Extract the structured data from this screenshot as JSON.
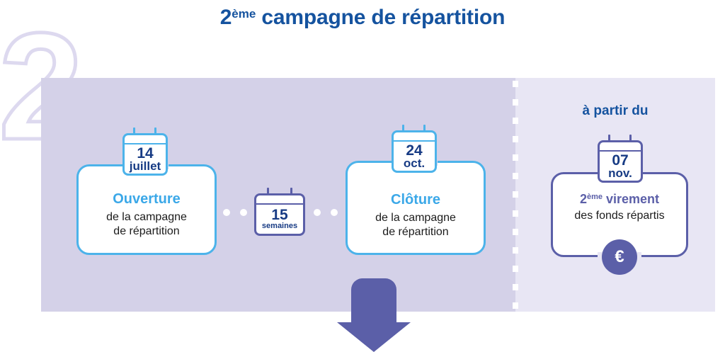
{
  "title": {
    "prefix": "2",
    "sup": "ème",
    "rest": " campagne de répartition"
  },
  "watermark": {
    "number": "2"
  },
  "colors": {
    "title_blue": "#15539f",
    "cyan": "#3ba8e8",
    "cyan_border": "#4cb3ea",
    "purple": "#5b5fa8",
    "panel_left_bg": "#d4d1e8",
    "panel_right_bg": "#e8e6f4",
    "text_dark": "#1b1b1b",
    "date_navy": "#173b84"
  },
  "left_panel": {
    "steps": [
      {
        "calendar": {
          "day": "14",
          "month": "juillet"
        },
        "heading": "Ouverture",
        "line1": "de la campagne",
        "line2": "de répartition"
      },
      {
        "calendar": {
          "day": "24",
          "month": "oct."
        },
        "heading": "Clôture",
        "line1": "de la campagne",
        "line2": "de répartition"
      }
    ],
    "duration": {
      "value": "15",
      "unit": "semaines"
    }
  },
  "right_panel": {
    "label": "à partir du",
    "calendar": {
      "day": "07",
      "month": "nov."
    },
    "heading_prefix": "2",
    "heading_sup": "ème",
    "heading_rest": " virement",
    "subtitle": "des fonds répartis",
    "coin_symbol": "€"
  },
  "icons": {
    "arrow": "arrow-down-icon",
    "coin": "euro-coin-icon",
    "calendar": "calendar-icon",
    "perforation": "perforated-divider-icon",
    "dots": "connector-dots-icon"
  }
}
